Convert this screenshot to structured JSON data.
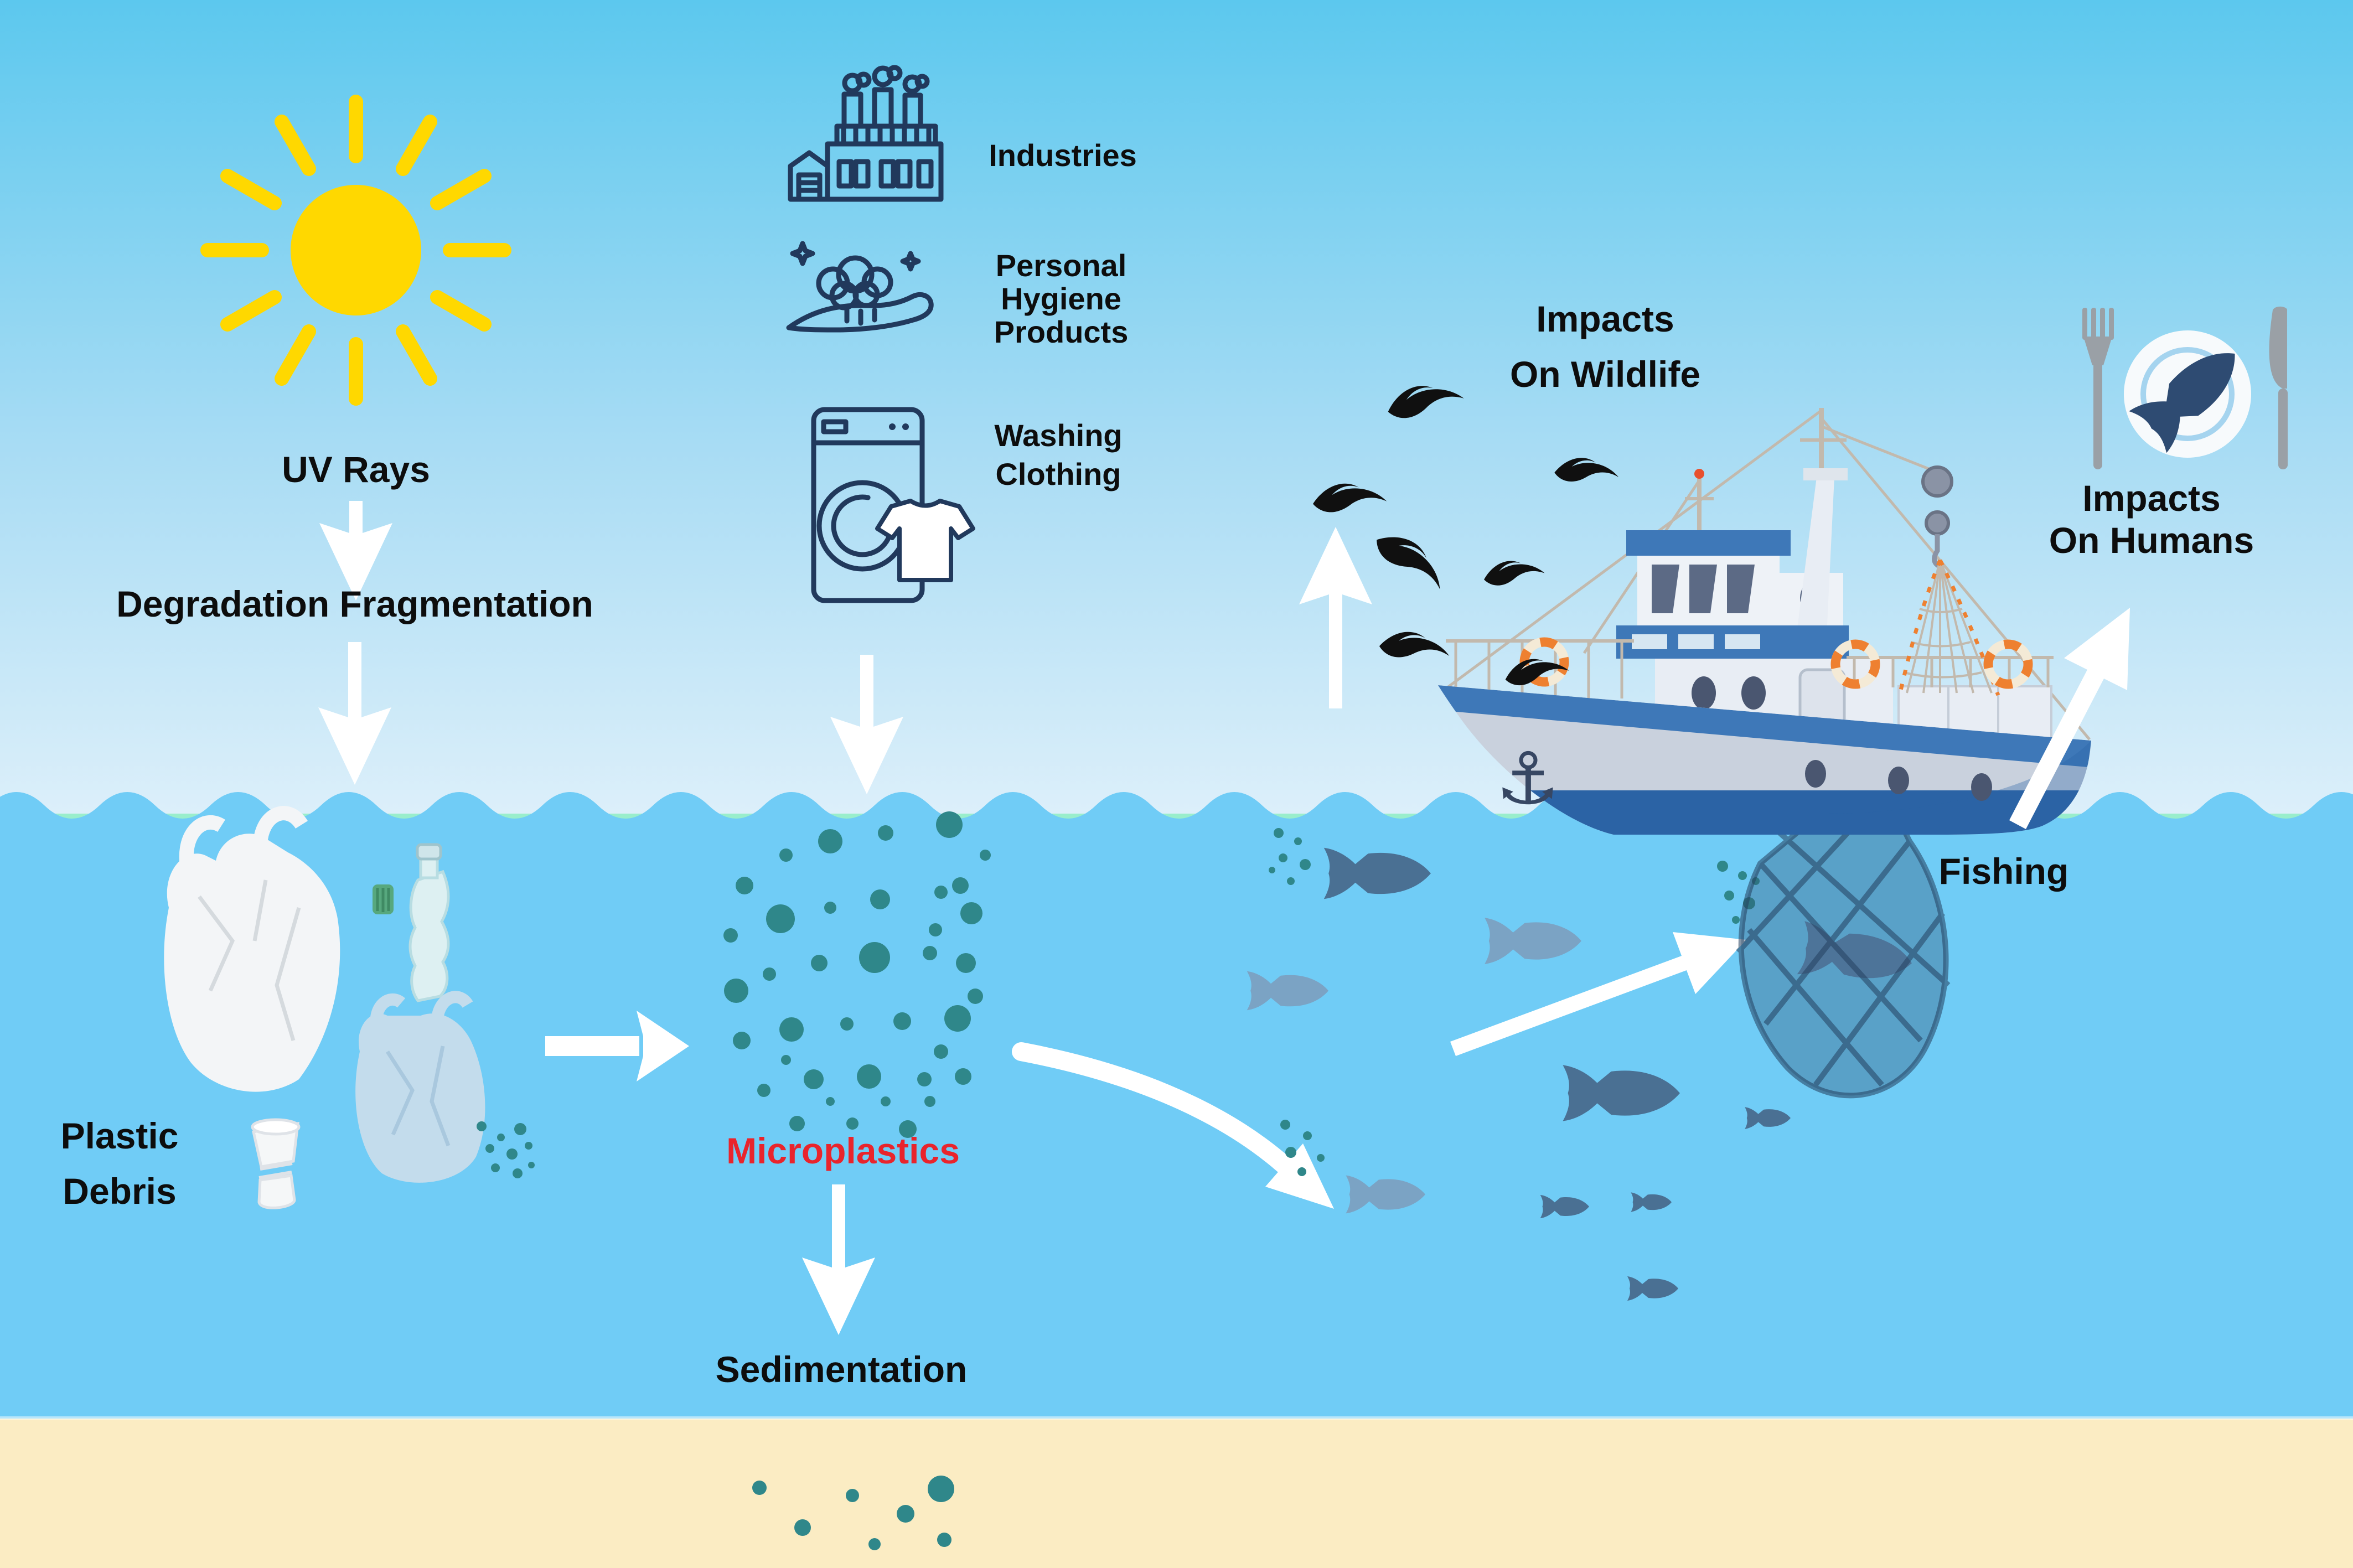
{
  "scene": {
    "type": "infographic-diagram",
    "topic": "Sources and fate of microplastics in the ocean",
    "regions": [
      "sky",
      "ocean",
      "seabed-sand"
    ]
  },
  "labels": {
    "uv_rays": "UV Rays",
    "degradation": "Degradation Fragmentation",
    "plastic_debris": [
      "Plastic",
      "Debris"
    ],
    "microplastics": "Microplastics",
    "sedimentation": "Sedimentation",
    "industries": "Industries",
    "hygiene": [
      "Personal",
      "Hygiene",
      "Products"
    ],
    "washing": [
      "Washing",
      "Clothing"
    ],
    "wildlife": [
      "Impacts",
      "On Wildlife"
    ],
    "fishing": "Fishing",
    "humans": [
      "Impacts",
      "On Humans"
    ]
  },
  "icons": [
    {
      "name": "sun-icon",
      "meaning": "UV sunlight"
    },
    {
      "name": "factory-icon",
      "meaning": "Industries source"
    },
    {
      "name": "hand-soap-icon",
      "meaning": "Personal hygiene products source"
    },
    {
      "name": "washing-machine-icon",
      "meaning": "Washing clothing source"
    },
    {
      "name": "plastic-debris-icon",
      "meaning": "Floating plastic bags, bottle and cup"
    },
    {
      "name": "microplastic-dots",
      "meaning": "Microplastic particles"
    },
    {
      "name": "seagulls-icon",
      "meaning": "Wildlife (seabirds)"
    },
    {
      "name": "fish-school-icon",
      "meaning": "Fish ingesting microplastics"
    },
    {
      "name": "fishing-boat-icon",
      "meaning": "Fishing trawler with net"
    },
    {
      "name": "fish-dinner-plate-icon",
      "meaning": "Seafood consumption by humans"
    }
  ],
  "flows": [
    {
      "from": "UV Rays",
      "to": "Degradation Fragmentation"
    },
    {
      "from": "Degradation Fragmentation",
      "to": "Plastic Debris"
    },
    {
      "from": "Industries",
      "to": "Ocean"
    },
    {
      "from": "Personal Hygiene Products",
      "to": "Ocean"
    },
    {
      "from": "Washing Clothing",
      "to": "Ocean"
    },
    {
      "from": "Plastic Debris",
      "to": "Microplastics"
    },
    {
      "from": "Microplastics",
      "to": "Sedimentation"
    },
    {
      "from": "Microplastics",
      "to": "Fish"
    },
    {
      "from": "Fish",
      "to": "Fishing Net"
    },
    {
      "from": "Ocean",
      "to": "Impacts On Wildlife"
    },
    {
      "from": "Fishing",
      "to": "Impacts On Humans"
    }
  ],
  "colors": {
    "sky_top": "#5cc8ee",
    "sky_bottom": "#dceffa",
    "ocean": "#70ccf6",
    "sand": "#fbecc3",
    "wave_line": "#ffffff",
    "sun": "#ffd800",
    "microplastic_teal": "#2f878a",
    "label_text": "#0d0d0d",
    "microplastics_label": "#e9242c",
    "source_icon_navy": "#21395c",
    "boat_blue": "#3e78b8",
    "fish_dark": "#4a7093",
    "fish_light": "#7ba3c4",
    "bird_black": "#101010",
    "lifebuoy_orange": "#ee8030"
  }
}
